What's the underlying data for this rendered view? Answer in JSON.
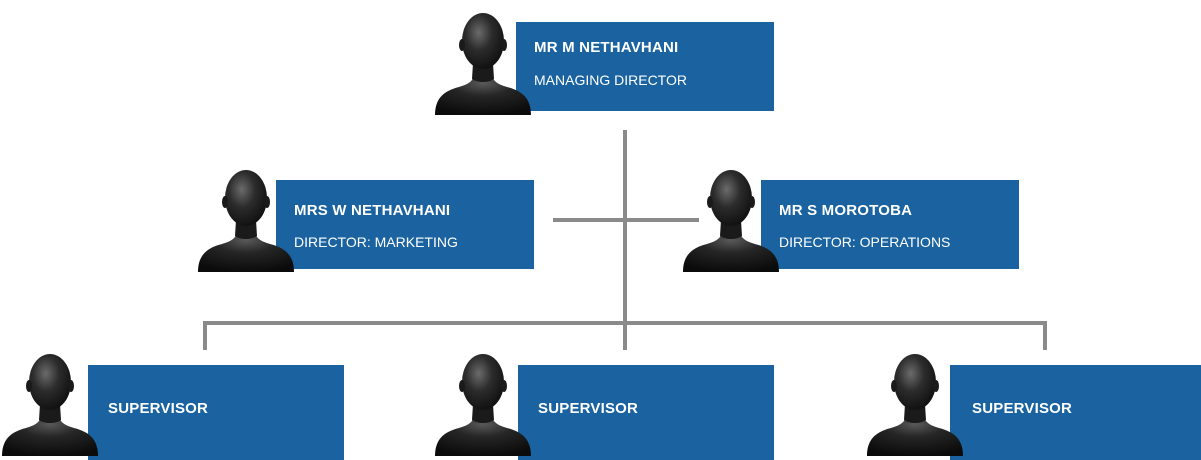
{
  "colors": {
    "box_fill": "#1a63a0",
    "text": "#ffffff",
    "connector": "#8a8a8a",
    "avatar": "#1e1e1e"
  },
  "nodes": {
    "md": {
      "name": "MR M NETHAVHANI",
      "role": "MANAGING  DIRECTOR",
      "icon": "person-silhouette-icon"
    },
    "marketing": {
      "name": "MRS W NETHAVHANI",
      "role": "DIRECTOR: MARKETING",
      "icon": "person-silhouette-icon"
    },
    "operations": {
      "name": "MR S MOROTOBA",
      "role": "DIRECTOR: OPERATIONS",
      "icon": "person-silhouette-icon"
    },
    "supervisors": [
      {
        "name": "SUPERVISOR",
        "icon": "person-silhouette-icon"
      },
      {
        "name": "SUPERVISOR",
        "icon": "person-silhouette-icon"
      },
      {
        "name": "SUPERVISOR",
        "icon": "person-silhouette-icon"
      }
    ]
  }
}
